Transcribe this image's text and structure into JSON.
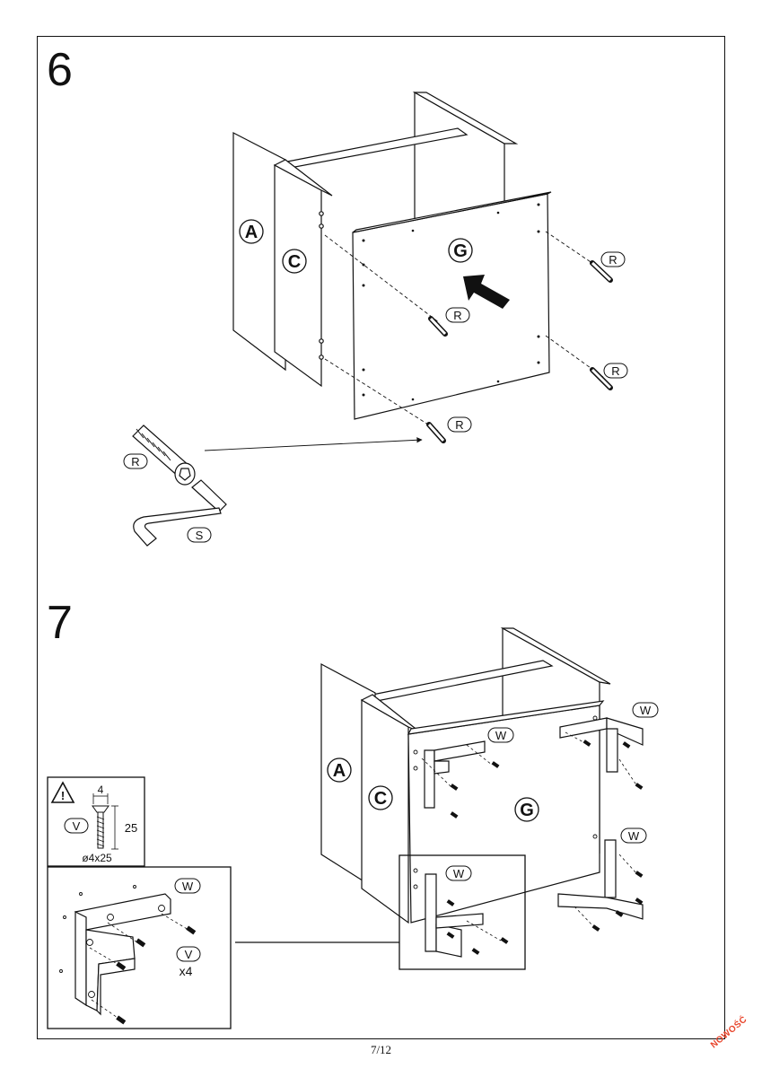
{
  "steps": {
    "step6": {
      "number": "6"
    },
    "step7": {
      "number": "7"
    }
  },
  "parts": {
    "A": "A",
    "C": "C",
    "G": "G",
    "R": "R",
    "S": "S",
    "W": "W",
    "V": "V"
  },
  "screw_spec": {
    "head_width": "4",
    "length": "25",
    "size_label": "ø4x25"
  },
  "quantity": "x4",
  "warning_icon": "warning-triangle-icon",
  "page_number": "7/12",
  "badge": "NOWOŚĆ"
}
